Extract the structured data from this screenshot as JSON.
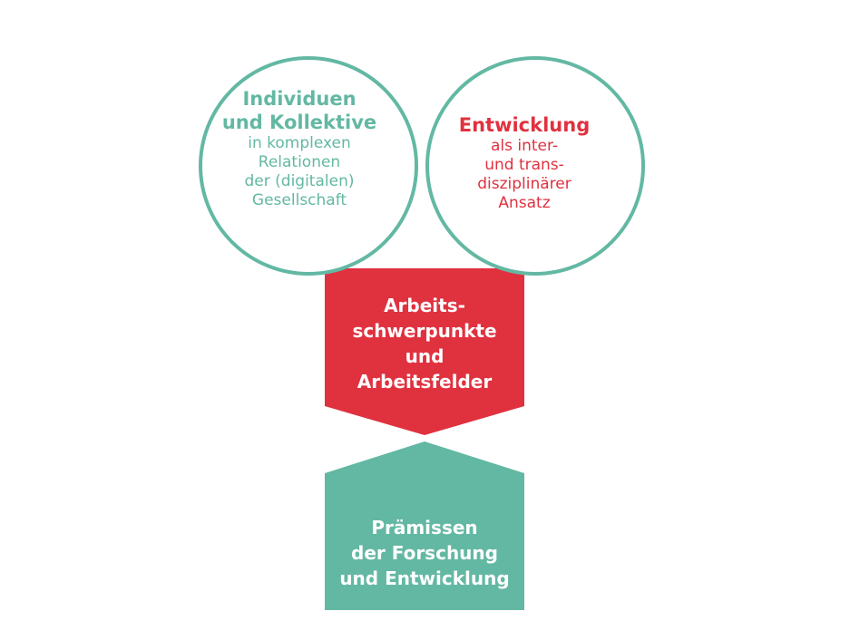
{
  "colors": {
    "teal": "#63b8a3",
    "red": "#e0313f",
    "white": "#ffffff"
  },
  "left_circle": {
    "title_line1": "Individuen",
    "title_line2": "und Kollektive",
    "line1": "in komplexen",
    "line2": "Relationen",
    "line3": "der (digitalen)",
    "line4": "Gesellschaft"
  },
  "right_circle": {
    "title": "Entwicklung",
    "line1": "als inter-",
    "line2": "und trans-",
    "line3": "disziplinärer",
    "line4": "Ansatz"
  },
  "center_box": {
    "line1": "Arbeits-",
    "line2": "schwerpunkte",
    "line3": "und",
    "line4": "Arbeitsfelder"
  },
  "bottom_box": {
    "line1": "Prämissen",
    "line2": "der Forschung",
    "line3": "und Entwicklung"
  }
}
